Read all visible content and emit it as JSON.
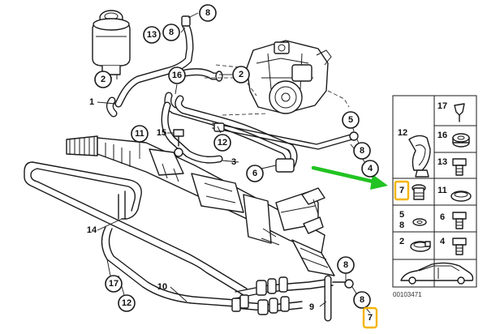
{
  "colors": {
    "highlight": "#f5b400",
    "arrow": "#22c322",
    "line": "#1a1a1a"
  },
  "diagram_id": "00103471",
  "callouts": {
    "c8_top": "8",
    "c13": "13",
    "c8_left": "8",
    "c2_left": "2",
    "c2_right": "2",
    "c1": "1",
    "c16": "16",
    "c11": "11",
    "c15": "15",
    "c12_mid": "12",
    "c3": "3",
    "c6": "6",
    "c5_right": "5",
    "c8_right": "8",
    "c4": "4",
    "c14": "14",
    "c17": "17",
    "c12_bottom": "12",
    "c10": "10",
    "c9": "9",
    "c8_bottom": "8",
    "c8_bottom2": "8",
    "c7_highlight": "7"
  },
  "side_panel": {
    "labels": {
      "p17": "17",
      "p12": "12",
      "p16": "16",
      "p13": "13",
      "p7": "7",
      "p11": "11",
      "p5": "5",
      "p8": "8",
      "p6": "6",
      "p2": "2",
      "p4": "4"
    }
  },
  "icons": {
    "arrow": "green-pointer-arrow-icon"
  }
}
